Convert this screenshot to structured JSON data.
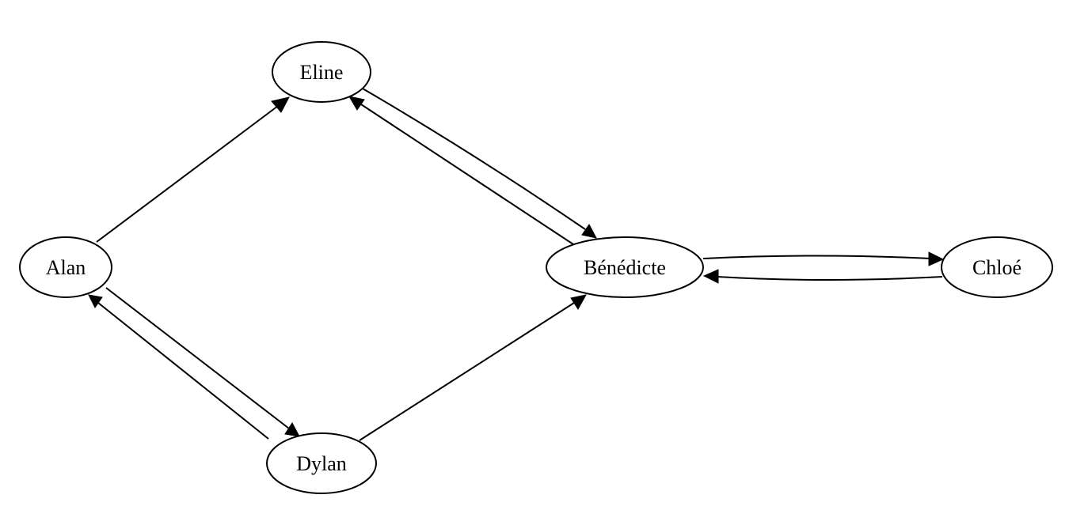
{
  "graph": {
    "nodes": [
      {
        "id": "alan",
        "label": "Alan"
      },
      {
        "id": "eline",
        "label": "Eline"
      },
      {
        "id": "dylan",
        "label": "Dylan"
      },
      {
        "id": "benedicte",
        "label": "Bénédicte"
      },
      {
        "id": "chloe",
        "label": "Chloé"
      }
    ],
    "edges": [
      {
        "from": "alan",
        "to": "eline"
      },
      {
        "from": "alan",
        "to": "dylan"
      },
      {
        "from": "dylan",
        "to": "alan"
      },
      {
        "from": "dylan",
        "to": "benedicte"
      },
      {
        "from": "eline",
        "to": "benedicte"
      },
      {
        "from": "benedicte",
        "to": "eline"
      },
      {
        "from": "benedicte",
        "to": "chloe"
      },
      {
        "from": "chloe",
        "to": "benedicte"
      }
    ],
    "colors": {
      "stroke": "#000000",
      "fill": "#ffffff",
      "background": "#ffffff"
    }
  }
}
